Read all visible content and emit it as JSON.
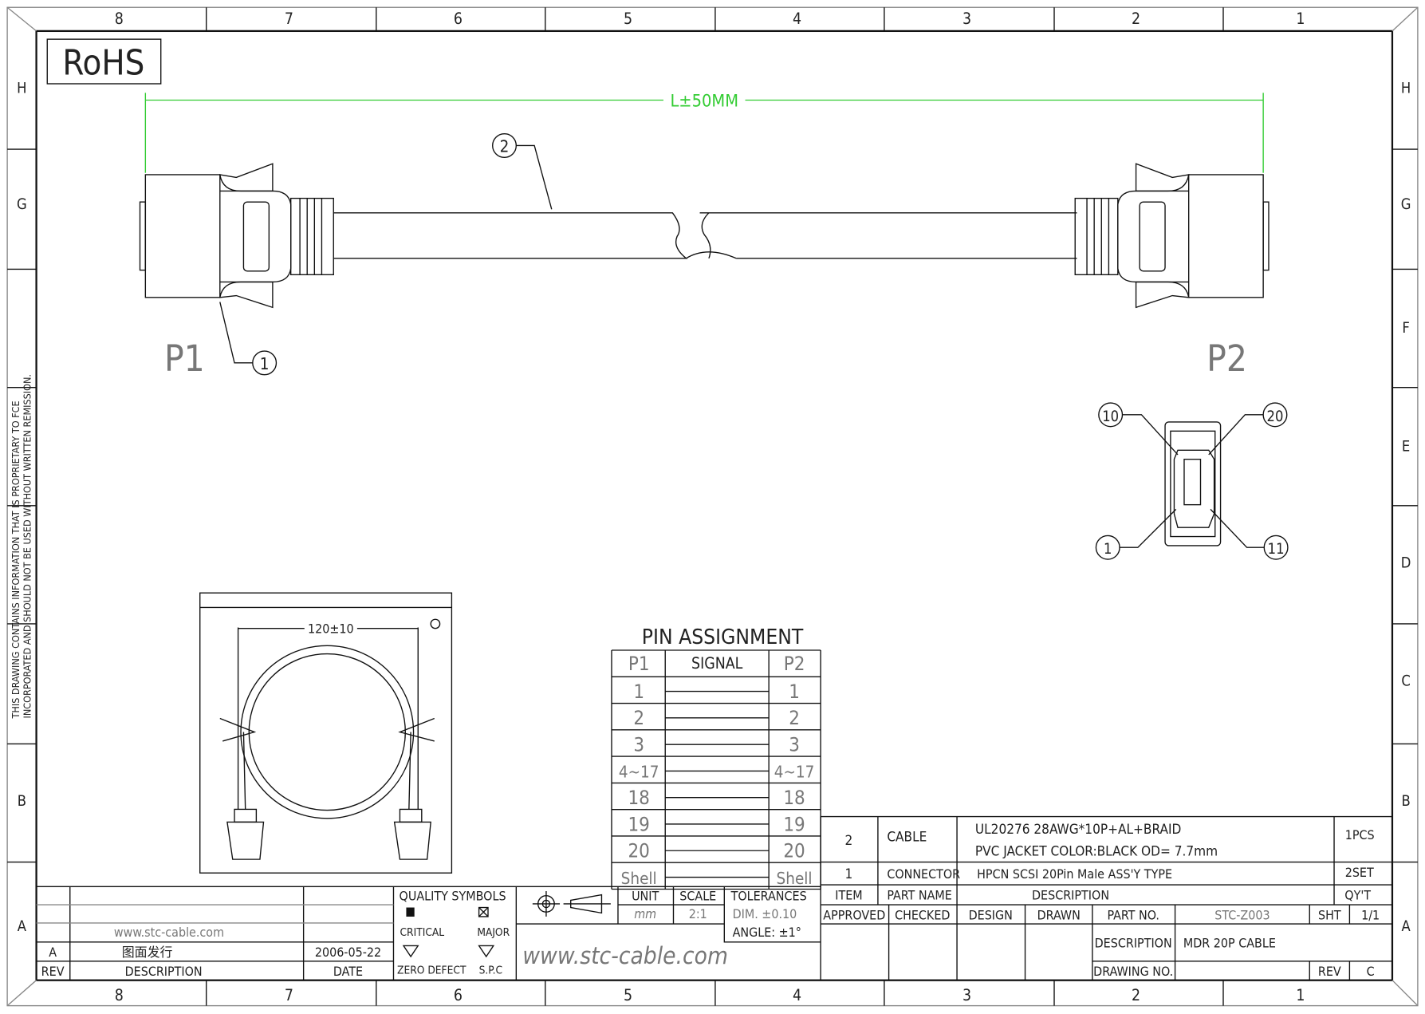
{
  "frame": {
    "columns": [
      "8",
      "7",
      "6",
      "5",
      "4",
      "3",
      "2",
      "1"
    ],
    "rows": [
      "H",
      "G",
      "F",
      "E",
      "D",
      "C",
      "B",
      "A"
    ],
    "proprietary_note_1": "THIS DRAWING CONTAINS INFORMATION THAT IS PROPRIETARY TO FCE",
    "proprietary_note_2": "INCORPORATED AND SHOULD NOT BE USED WITHOUT WRITTEN REMISSION."
  },
  "rohs": "RoHS",
  "colors": {
    "dimension": "#33cc33",
    "line": "#111111"
  },
  "drawing": {
    "length_dim": "L±50MM",
    "p1_label": "P1",
    "p2_label": "P2",
    "balloon_connector": "1",
    "balloon_cable": "2",
    "coil_dim": "120±10",
    "face_pins": [
      "10",
      "20",
      "1",
      "11"
    ]
  },
  "pin_assignment": {
    "title": "PIN ASSIGNMENT",
    "headers": [
      "P1",
      "SIGNAL",
      "P2"
    ],
    "rows": [
      [
        "1",
        "1"
      ],
      [
        "2",
        "2"
      ],
      [
        "3",
        "3"
      ],
      [
        "4~17",
        "4~17"
      ],
      [
        "18",
        "18"
      ],
      [
        "19",
        "19"
      ],
      [
        "20",
        "20"
      ],
      [
        "Shell",
        "Shell"
      ]
    ]
  },
  "bom": {
    "items": [
      {
        "item": "2",
        "part": "CABLE",
        "desc1": "UL20276  28AWG*10P+AL+BRAID",
        "desc2": "PVC  JACKET  COLOR:BLACK  OD=  7.7mm",
        "qty": "1PCS"
      },
      {
        "item": "1",
        "part": "CONNECTOR",
        "desc1": "HPCN  SCSI  20Pin  Male  ASS'Y  TYPE",
        "qty": "2SET"
      }
    ],
    "headers": {
      "item": "ITEM",
      "part": "PART NAME",
      "desc": "DESCRIPTION",
      "qty": "QY'T"
    }
  },
  "title_block": {
    "approved": "APPROVED",
    "checked": "CHECKED",
    "design": "DESIGN",
    "drawn": "DRAWN",
    "part_no_label": "PART NO.",
    "part_no": "STC-Z003",
    "sht_label": "SHT",
    "sht": "1/1",
    "desc_label": "DESCRIPTION",
    "desc": "MDR  20P  CABLE",
    "drawing_no_label": "DRAWING NO.",
    "rev_label": "REV",
    "rev": "C",
    "quality_title": "QUALITY  SYMBOLS",
    "critical": "CRITICAL",
    "major": "MAJOR",
    "zero_defect": "ZERO  DEFECT",
    "spc": "S.P.C",
    "unit_label": "UNIT",
    "unit": "mm",
    "scale_label": "SCALE",
    "scale": "2:1",
    "tolerances_label": "TOLERANCES",
    "tol_dim": "DIM.  ±0.10",
    "tol_angle": "ANGLE:  ±1°",
    "website": "www.stc-cable.com",
    "rev_table": {
      "website": "www.stc-cable.com",
      "rev": "A",
      "description": "图面发行",
      "date": "2006-05-22",
      "h_rev": "REV",
      "h_desc": "DESCRIPTION",
      "h_date": "DATE"
    }
  }
}
